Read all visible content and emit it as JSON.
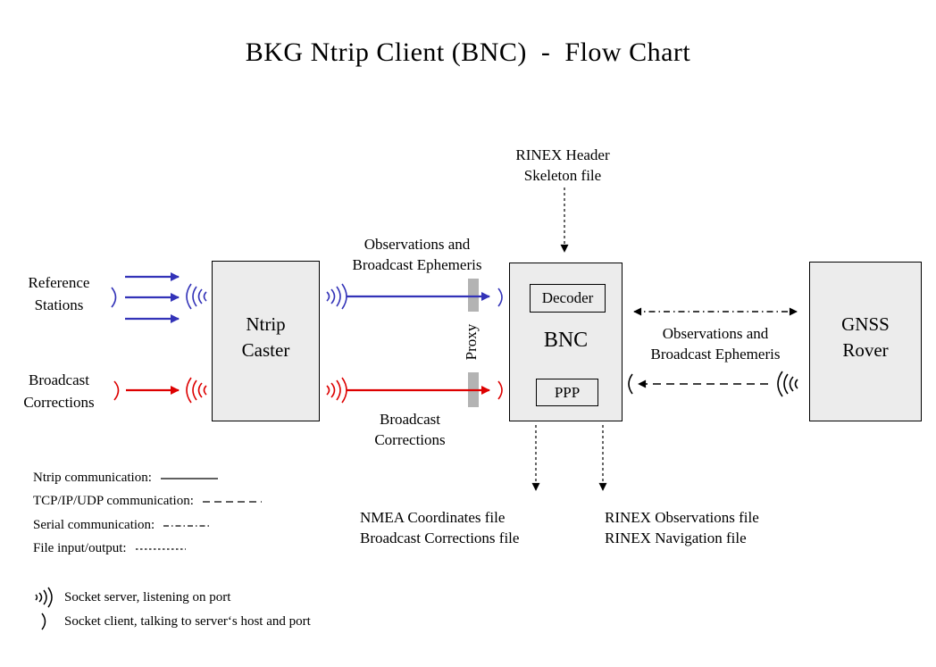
{
  "title": "BKG Ntrip Client (BNC)  -  Flow Chart",
  "nodes": {
    "caster": {
      "line1": "Ntrip",
      "line2": "Caster"
    },
    "bnc": {
      "label": "BNC",
      "decoder": "Decoder",
      "ppp": "PPP"
    },
    "rover": {
      "line1": "GNSS",
      "line2": "Rover"
    }
  },
  "labels": {
    "reference_stations": {
      "line1": "Reference",
      "line2": "Stations"
    },
    "broadcast_corrections_input": {
      "line1": "Broadcast",
      "line2": "Corrections"
    },
    "obs_ephemeris_top": {
      "line1": "Observations and",
      "line2": "Broadcast Ephemeris"
    },
    "rinex_header": {
      "line1": "RINEX Header",
      "line2": "Skeleton file"
    },
    "proxy": "Proxy",
    "broadcast_corrections_mid": {
      "line1": "Broadcast",
      "line2": "Corrections"
    },
    "obs_ephemeris_right": {
      "line1": "Observations and",
      "line2": "Broadcast Ephemeris"
    },
    "nmea_files": {
      "line1": "NMEA Coordinates file",
      "line2": "Broadcast Corrections file"
    },
    "rinex_files": {
      "line1": "RINEX Observations file",
      "line2": "RINEX Navigation file"
    }
  },
  "legend": {
    "ntrip": "Ntrip communication:",
    "tcp": "TCP/IP/UDP communication:",
    "serial": "Serial communication:",
    "file": "File input/output:",
    "socket_server": "Socket server, listening on port",
    "socket_client": "Socket client, talking to server‘s host and port"
  },
  "colors": {
    "ntrip_blue": "#3333b8",
    "corrections_red": "#dd0000",
    "box_fill": "#ececec",
    "proxy_gray": "#b3b3b3"
  }
}
